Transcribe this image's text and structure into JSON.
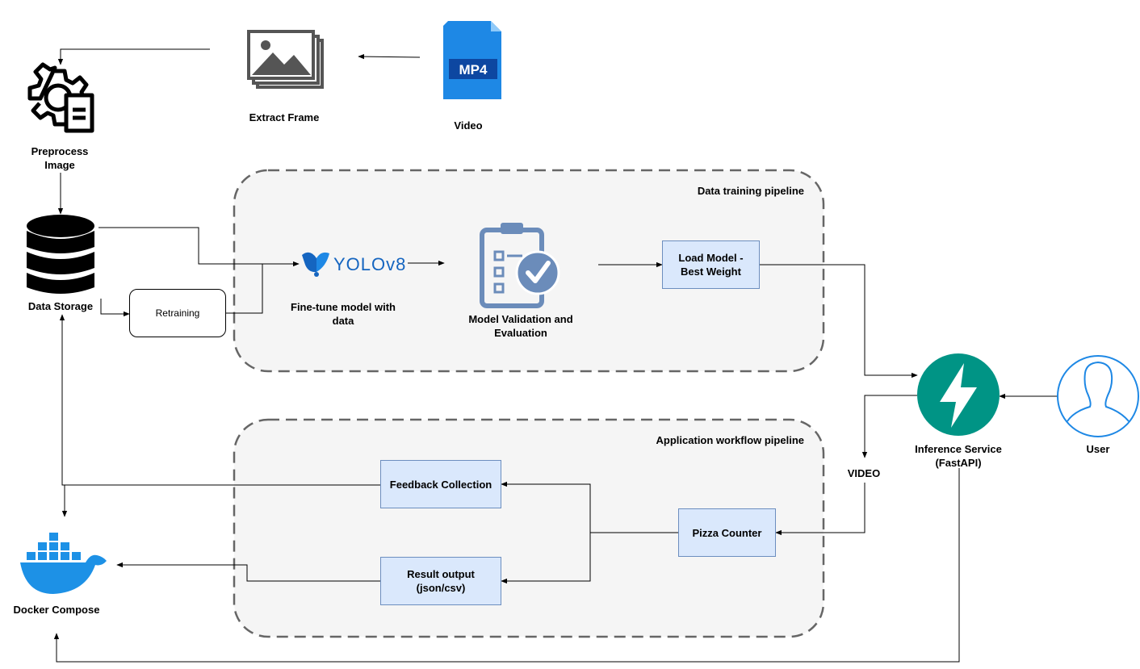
{
  "nodes": {
    "extract_frame": "Extract Frame",
    "video": "Video",
    "mp4_badge": "MP4",
    "preprocess": "Preprocess Image",
    "data_storage": "Data Storage",
    "retraining": "Retraining",
    "yolo_logo": "YOLOv8",
    "finetune": "Fine-tune model with data",
    "validation": "Model Validation and Evaluation",
    "load_model": "Load  Model - Best Weight",
    "inference": "Inference Service (FastAPI)",
    "user": "User",
    "video_edge": "VIDEO",
    "feedback": "Feedback Collection",
    "result_output": "Result output (json/csv)",
    "pizza_counter": "Pizza Counter",
    "docker": "Docker Compose"
  },
  "groups": {
    "training": "Data training pipeline",
    "application": "Application workflow pipeline"
  },
  "colors": {
    "box_fill": "#dae8fc",
    "box_stroke": "#6c8ebf",
    "group_fill": "#f5f5f5",
    "group_stroke": "#666666",
    "fastapi": "#009485",
    "docker": "#1d91e6",
    "mp4": "#1e88e5",
    "clipboard": "#6b8cba",
    "user_icon": "#1e88e5",
    "yolo": "#1565c0"
  },
  "icons": [
    "images-icon",
    "mp4-file-icon",
    "gear-document-icon",
    "database-icon",
    "yolo-logo-icon",
    "checklist-icon",
    "fastapi-icon",
    "user-icon",
    "docker-icon"
  ]
}
